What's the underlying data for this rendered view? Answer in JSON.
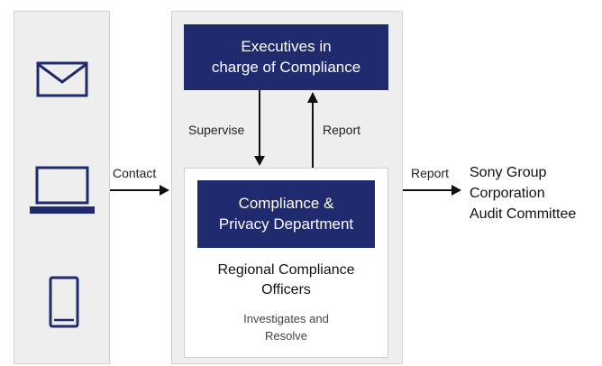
{
  "contact_methods": {
    "icons": [
      "envelope-icon",
      "laptop-icon",
      "smartphone-icon"
    ]
  },
  "labels": {
    "contact": "Contact",
    "supervise": "Supervise",
    "report_up": "Report",
    "report_right": "Report"
  },
  "executives": {
    "line1": "Executives in",
    "line2": "charge of Compliance"
  },
  "department": {
    "line1": "Compliance &",
    "line2": "Privacy Department"
  },
  "officers": {
    "line1": "Regional Compliance",
    "line2": "Officers"
  },
  "investigates": {
    "line1": "Investigates and",
    "line2": "Resolve"
  },
  "audit_committee": {
    "line1": "Sony Group",
    "line2": "Corporation",
    "line3": "Audit Committee"
  },
  "colors": {
    "navy": "#1f2b6e",
    "panel": "#eeeeee",
    "arrow": "#111111"
  }
}
